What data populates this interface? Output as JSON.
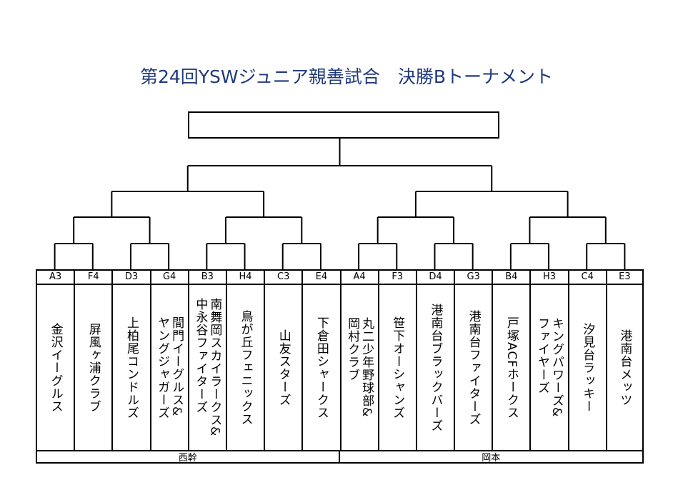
{
  "title": "第24回YSWジュニア親善試合　決勝Bトーナメント",
  "champion": "",
  "teams": [
    {
      "code": "A3",
      "name": "金沢イーグルス"
    },
    {
      "code": "F4",
      "name": "屏風ヶ浦クラブ"
    },
    {
      "code": "D3",
      "name": "上柏尾コンドルズ"
    },
    {
      "code": "G4",
      "name": "間門イーグルス&\nヤングジャガーズ"
    },
    {
      "code": "B3",
      "name": "南舞岡スカイラークス&\n中永谷ファイターズ"
    },
    {
      "code": "H4",
      "name": "鳥が丘フェニックス"
    },
    {
      "code": "C3",
      "name": "山友スターズ"
    },
    {
      "code": "E4",
      "name": "下倉田シャークス"
    },
    {
      "code": "A4",
      "name": "丸二少年野球部&\n岡村クラブ"
    },
    {
      "code": "F3",
      "name": "笹下オーシャンズ"
    },
    {
      "code": "D4",
      "name": "港南台ブラックバーズ"
    },
    {
      "code": "G3",
      "name": "港南台ファイターズ"
    },
    {
      "code": "B4",
      "name": "戸塚ACFホークス"
    },
    {
      "code": "H3",
      "name": "キングパワーズ&\nファイヤーズ"
    },
    {
      "code": "C4",
      "name": "汐見台ラッキー"
    },
    {
      "code": "E3",
      "name": "港南台メッツ"
    }
  ],
  "venues": [
    {
      "label": "西幹"
    },
    {
      "label": "岡本"
    }
  ]
}
